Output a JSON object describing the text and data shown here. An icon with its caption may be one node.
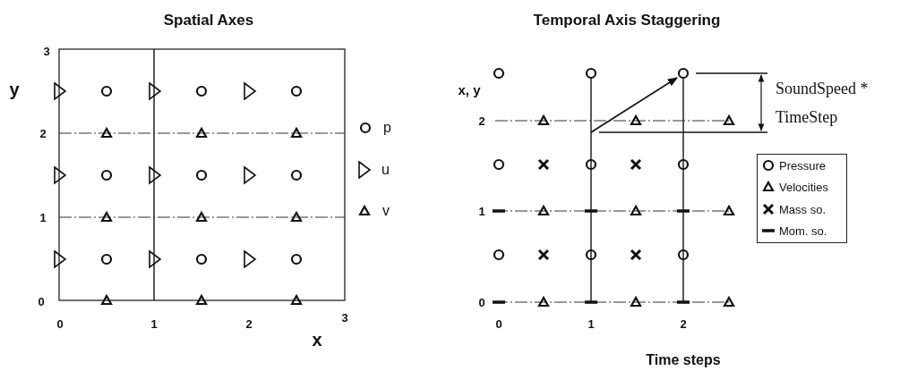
{
  "diagram": {
    "labels": [
      "Spatial Axes",
      "3",
      "y",
      "2",
      "1",
      "0",
      "0",
      "1",
      "2",
      "3",
      "x",
      "Temporal Axis Staggering",
      "x, y",
      "2",
      "1",
      "0",
      "0",
      "1",
      "2",
      "SoundSpeed * TimeStep",
      "Time steps"
    ],
    "legend": [
      {
        "text": "p"
      },
      {
        "text": "u"
      },
      {
        "text": "v"
      },
      {
        "text": "Pressure"
      },
      {
        "text": "Velocities"
      },
      {
        "text": "Mass so."
      },
      {
        "text": "Mom. so."
      }
    ]
  }
}
